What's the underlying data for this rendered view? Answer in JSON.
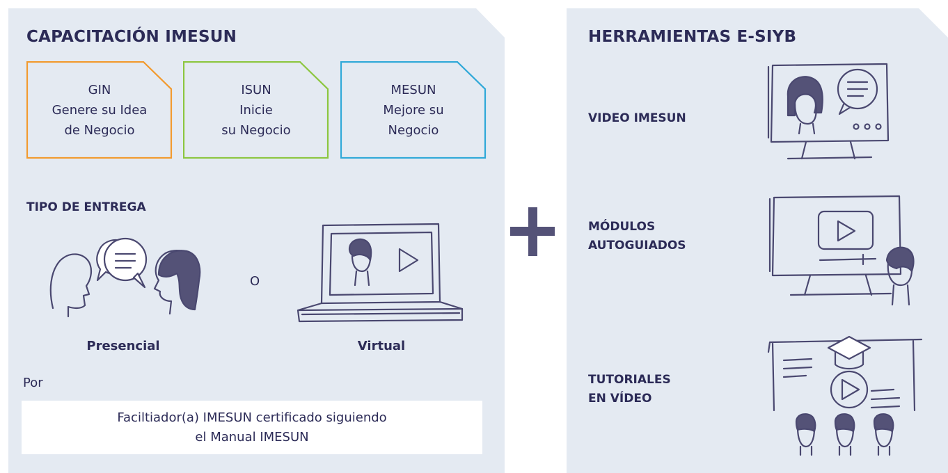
{
  "left": {
    "heading": "CAPACITACIÓN IMESUN",
    "cards": [
      {
        "lines": [
          "GIN",
          "Genere su Idea",
          "de Negocio"
        ],
        "color": "#f29a2e"
      },
      {
        "lines": [
          "ISUN",
          "Inicie",
          "su Negocio"
        ],
        "color": "#8cc63f"
      },
      {
        "lines": [
          "MESUN",
          "Mejore su",
          "Negocio"
        ],
        "color": "#2fa8d8"
      }
    ],
    "delivery_heading": "TIPO DE ENTREGA",
    "presencial_label": "Presencial",
    "or_text": "O",
    "virtual_label": "Virtual",
    "by_text": "Por",
    "facilitator_lines": [
      "Faciltiador(a) IMESUN certificado siguiendo",
      "el Manual IMESUN"
    ]
  },
  "right": {
    "heading": "HERRAMIENTAS E-SIYB",
    "tools": [
      {
        "lines": [
          "VIDEO IMESUN"
        ],
        "icon": "video-call-monitor-icon"
      },
      {
        "lines": [
          "MÓDULOS",
          "AUTOGUIADOS"
        ],
        "icon": "self-guided-module-icon"
      },
      {
        "lines": [
          "TUTORIALES",
          "EN VÍDEO"
        ],
        "icon": "video-tutorial-icon"
      }
    ]
  },
  "colors": {
    "panel_bg": "#e4eaf2",
    "ink": "#4a4870",
    "text": "#2c2b57",
    "plus": "#545277"
  }
}
